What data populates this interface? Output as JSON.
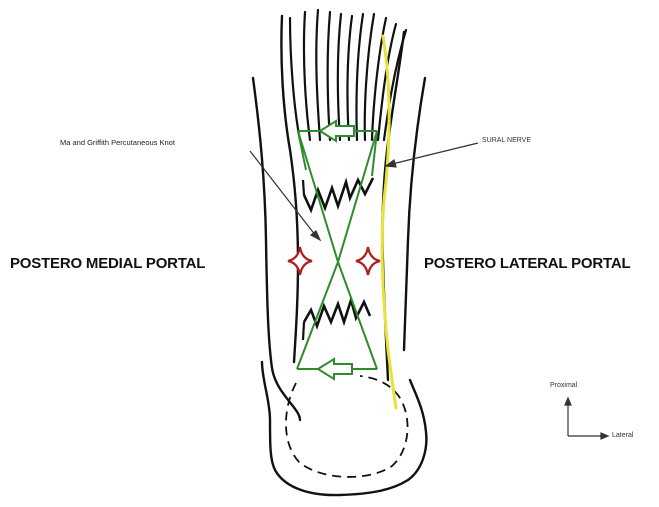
{
  "labels": {
    "knot": "Ma and Griffith Percutaneous Knot",
    "sural_nerve": "SURAL NERVE",
    "medial_portal": "POSTERO MEDIAL PORTAL",
    "lateral_portal": "POSTERO LATERAL PORTAL",
    "proximal": "Proximal",
    "lateral": "Lateral"
  },
  "colors": {
    "outline": "#111111",
    "suture": "#2e8b2e",
    "nerve": "#e8e23a",
    "portal_marker": "#b01c1c",
    "annotation": "#333333"
  },
  "icons": {
    "portal_marker": "four-point-star"
  }
}
